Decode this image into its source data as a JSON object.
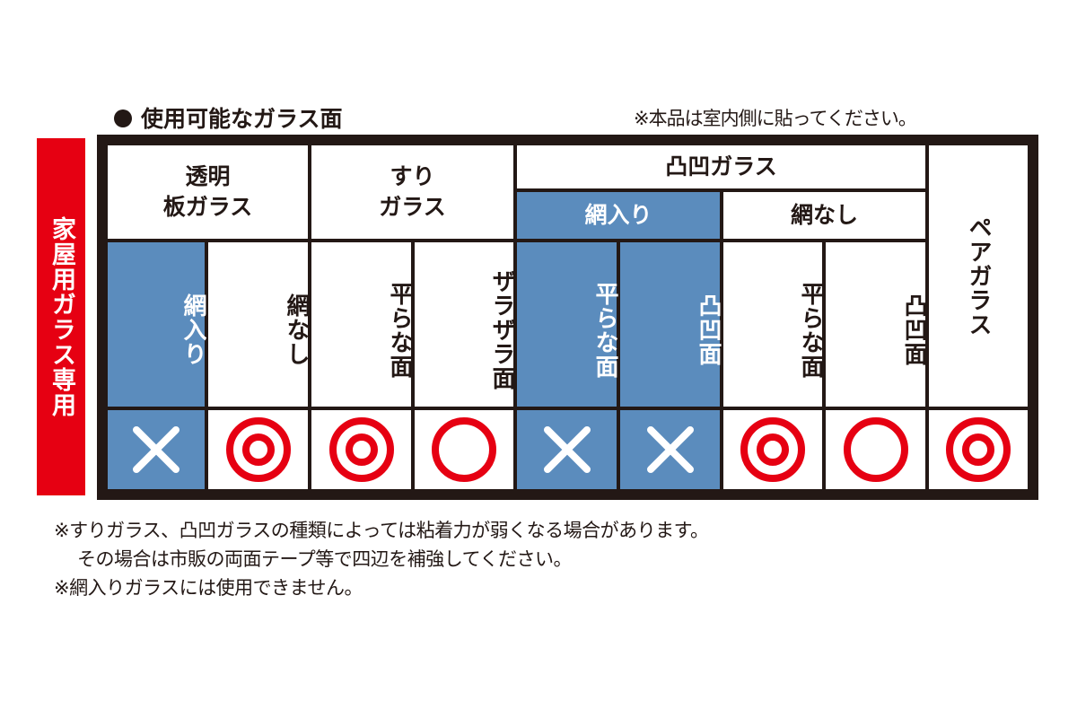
{
  "title": "使用可能なガラス面",
  "top_note": "※本品は室内側に貼ってください。",
  "side_label": "家屋用ガラス専用",
  "colors": {
    "red": "#e60012",
    "blue": "#5b8cbd",
    "frame": "#231815"
  },
  "table": {
    "groups": [
      {
        "label_line1": "透明",
        "label_line2": "板ガラス"
      },
      {
        "label_line1": "すり",
        "label_line2": "ガラス"
      },
      {
        "label": "凸凹ガラス",
        "subgroups": [
          {
            "label": "網入り"
          },
          {
            "label": "網なし"
          }
        ]
      },
      {
        "label": "ペアガラス"
      }
    ],
    "columns": [
      {
        "label": "網入り",
        "symbol": "×",
        "symbol_name": "cross",
        "highlight": true
      },
      {
        "label": "網なし",
        "symbol": "◎",
        "symbol_name": "double-circle",
        "highlight": false
      },
      {
        "label": "平らな面",
        "symbol": "◎",
        "symbol_name": "double-circle",
        "highlight": false
      },
      {
        "label": "ザラザラ面",
        "symbol": "○",
        "symbol_name": "circle",
        "highlight": false
      },
      {
        "label": "平らな面",
        "symbol": "×",
        "symbol_name": "cross",
        "highlight": true
      },
      {
        "label": "凸凹面",
        "symbol": "×",
        "symbol_name": "cross",
        "highlight": true
      },
      {
        "label": "平らな面",
        "symbol": "◎",
        "symbol_name": "double-circle",
        "highlight": false
      },
      {
        "label": "凸凹面",
        "symbol": "○",
        "symbol_name": "circle",
        "highlight": false
      },
      {
        "label": "ペアガラス",
        "symbol": "◎",
        "symbol_name": "double-circle",
        "highlight": false
      }
    ]
  },
  "notes": [
    "※すりガラス、凸凹ガラスの種類によっては粘着力が弱くなる場合があります。",
    "その場合は市販の両面テープ等で四辺を補強してください。",
    "※網入りガラスには使用できません。"
  ]
}
